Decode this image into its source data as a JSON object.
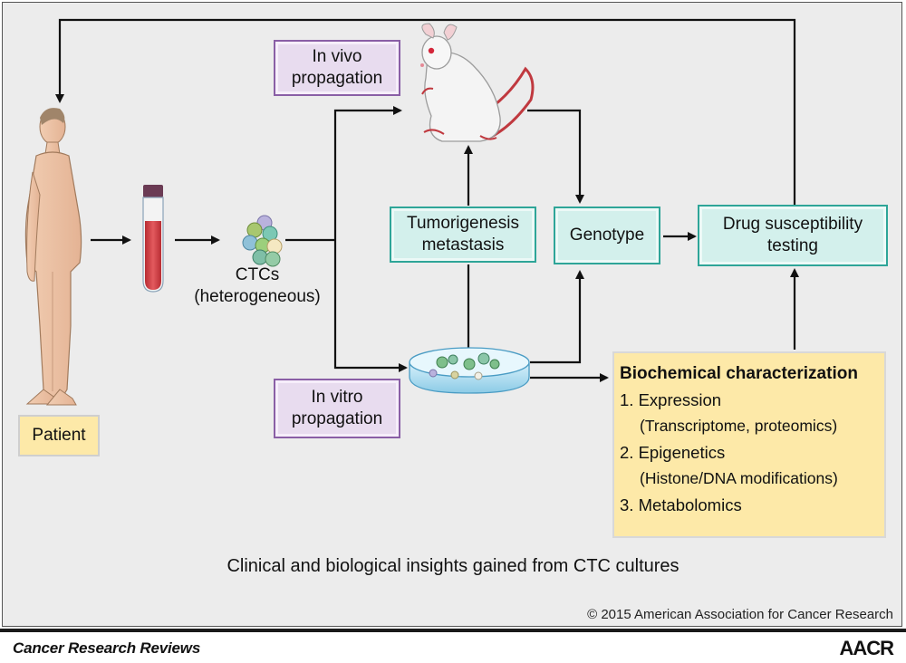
{
  "labels": {
    "patient": "Patient",
    "ctcs": "CTCs",
    "ctcs_sub": "(heterogeneous)",
    "in_vivo_1": "In vivo",
    "in_vivo_2": "propagation",
    "in_vitro_1": "In vitro",
    "in_vitro_2": "propagation",
    "tumorigenesis_1": "Tumorigenesis",
    "tumorigenesis_2": "metastasis",
    "genotype": "Genotype",
    "drug_1": "Drug susceptibility",
    "drug_2": "testing"
  },
  "biochemical": {
    "title": "Biochemical characterization",
    "items": [
      {
        "label": "1.  Expression",
        "sub": "(Transcriptome, proteomics)"
      },
      {
        "label": "2. Epigenetics",
        "sub": "(Histone/DNA modifications)"
      },
      {
        "label": "3. Metabolomics",
        "sub": ""
      }
    ]
  },
  "caption": "Clinical and biological insights gained from CTC cultures",
  "copyright": "© 2015 American Association for Cancer Research",
  "footer": {
    "journal": "Cancer Research Reviews",
    "logo": "AACR"
  },
  "colors": {
    "purple_border": "#8a5fa6",
    "teal_border": "#2ea598",
    "yellow_fill": "#fde9a8",
    "blood_red": "#d9454a"
  }
}
